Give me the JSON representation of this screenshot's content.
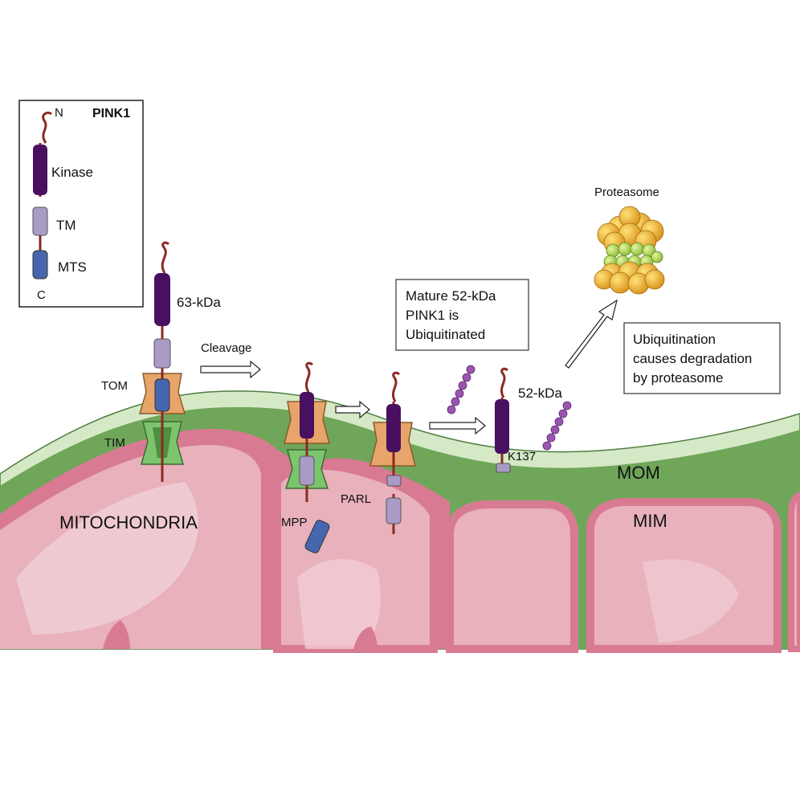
{
  "legend": {
    "title": "PINK1",
    "n_terminus": "N",
    "c_terminus": "C",
    "kinase": "Kinase",
    "tm": "TM",
    "mts": "MTS"
  },
  "labels": {
    "full_length": "63-kDa",
    "cleavage": "Cleavage",
    "tom": "TOM",
    "tim": "TIM",
    "mitochondria": "MITOCHONDRIA",
    "mpp": "MPP",
    "parl": "PARL",
    "mature": "52-kDa",
    "lysine": "K137",
    "mom": "MOM",
    "mim": "MIM",
    "proteasome": "Proteasome"
  },
  "boxes": {
    "mature_lines": [
      "Mature 52-kDa",
      "PINK1 is",
      "Ubiquitinated"
    ],
    "degradation_lines": [
      "Ubiquitination",
      "causes degradation",
      "by proteasome"
    ]
  },
  "colors": {
    "kinase": "#4a1060",
    "tm": "#a99bc6",
    "mts": "#4666ad",
    "tom": "#e7a56b",
    "tim": "#7cc56e",
    "mom_outer": "#d6e9c6",
    "intermembrane": "#6fa65a",
    "mim": "#d97a93",
    "matrix": "#e8b1bc",
    "ubiquitin": "#9a55b0",
    "proteasome_cap": "#e6a92a",
    "proteasome_core": "#a8cf52"
  }
}
